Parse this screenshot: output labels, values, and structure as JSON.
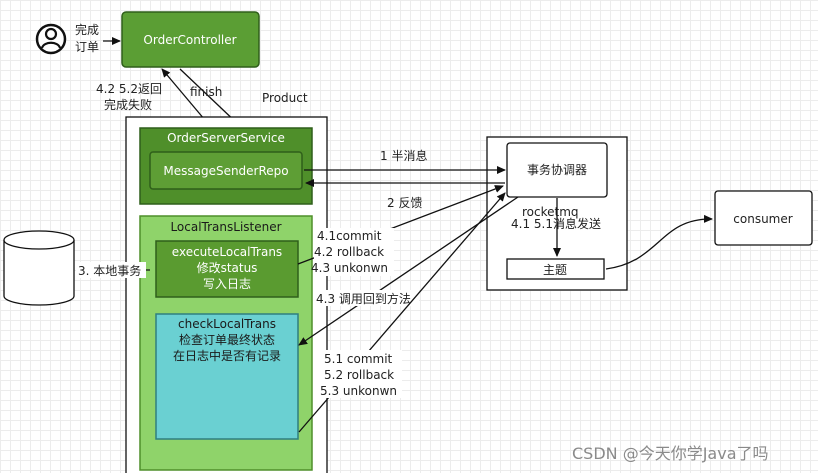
{
  "nodes": {
    "order_controller": "OrderController",
    "product": "Product",
    "order_server_service": "OrderServerService",
    "message_sender_repo": "MessageSenderRepo",
    "local_trans_listener": "LocalTransListener",
    "execute_local_trans": [
      "executeLocalTrans",
      "修改status",
      "写入日志"
    ],
    "check_local_trans": [
      "checkLocalTrans",
      "检查订单最终状态",
      "在日志中是否有记录"
    ],
    "coordinator": "事务协调器",
    "rocketmq": "rocketmq",
    "topic": "主题",
    "consumer": "consumer"
  },
  "edge_labels": {
    "complete_order": [
      "完成",
      "订单"
    ],
    "finish": "finish",
    "return_fail": [
      "4.2 5.2返回",
      "完成失败"
    ],
    "half_message": "1 半消息",
    "feedback": "2 反馈",
    "local_transaction": "3. 本地事务",
    "commit_group_4": [
      "4.1commit",
      "4.2 rollback",
      "4.3 unkonwn"
    ],
    "callback": "4.3 调用回到方法",
    "send_message": "4.1 5.1消息发送",
    "commit_group_5": [
      "5.1 commit",
      "5.2 rollback",
      "5.3 unkonwn"
    ]
  },
  "watermark": "CSDN @今天你学Java了吗",
  "colors": {
    "green_dark": "#5a9e2f",
    "green_mid": "#6aa84f",
    "green_light": "#8fd36a",
    "cyan": "#66cccc",
    "border_dark": "#2f5f1a"
  }
}
